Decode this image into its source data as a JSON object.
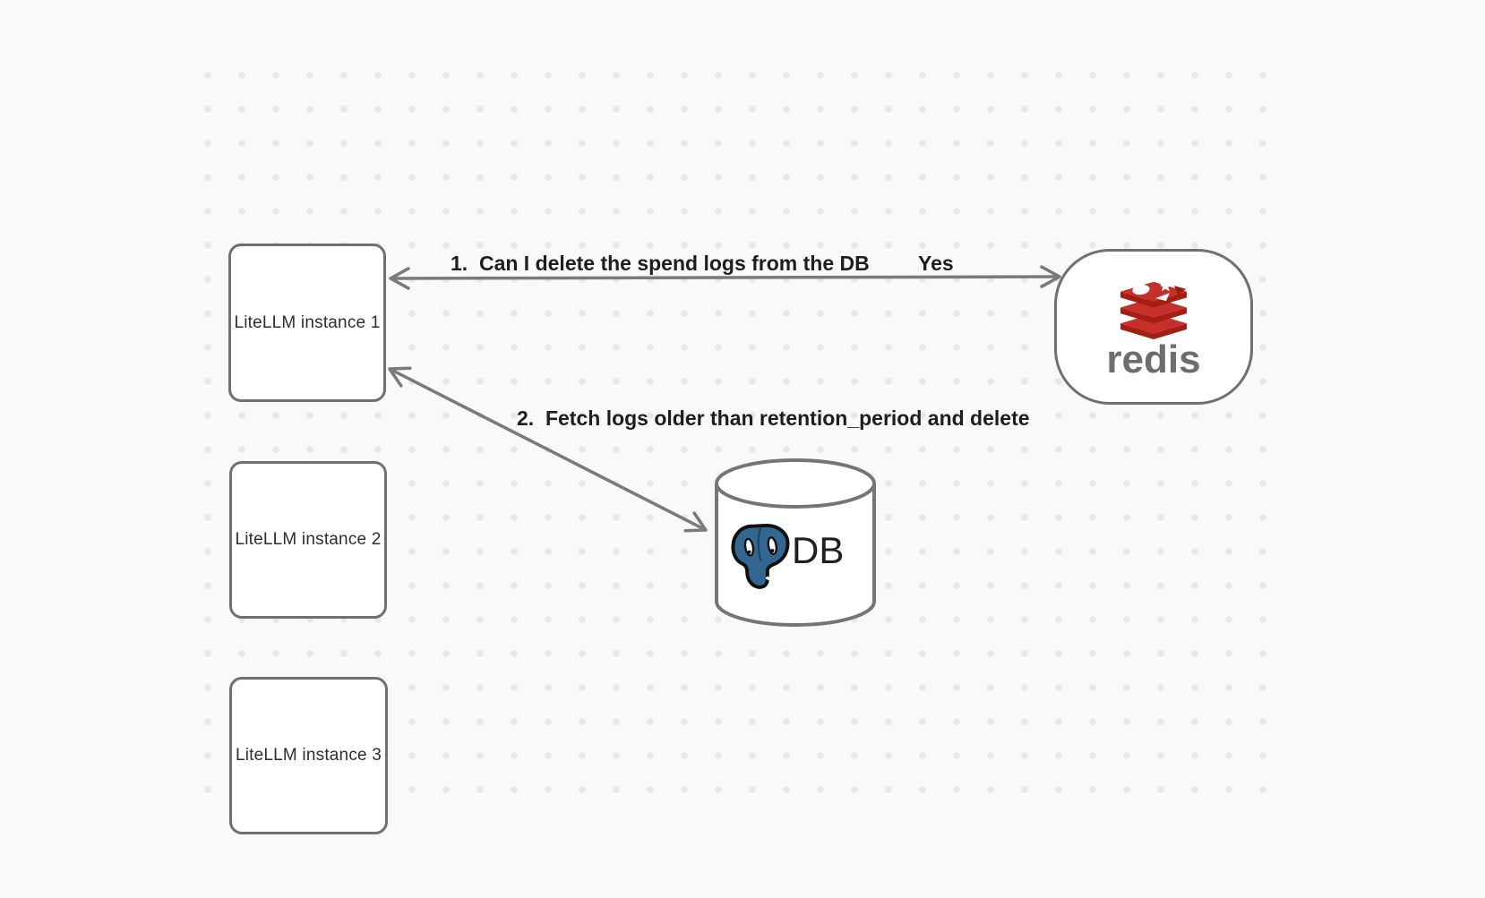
{
  "diagram": {
    "background_color": "#f9f9f9",
    "dot_color": "#e8e8e8",
    "shape_stroke_color": "#707070",
    "arrow_color": "#7a7a7a",
    "label_text_color": "#1e1e1e",
    "nodes": {
      "instances": [
        {
          "label": "LiteLLM instance 1"
        },
        {
          "label": "LiteLLM instance 2"
        },
        {
          "label": "LiteLLM instance 3"
        }
      ],
      "redis": {
        "label": "redis",
        "logo_icon": "redis-logo-icon",
        "logo_red": "#C6302B",
        "logo_dark_red": "#A41E11",
        "wordmark_color": "#6d6d6d"
      },
      "db": {
        "label": "DB",
        "logo_icon": "postgres-elephant-icon",
        "postgres_blue": "#336791"
      }
    },
    "annotations": {
      "step1_label": "1.  Can I delete the spend logs from the DB",
      "step1_response": "Yes",
      "step2_label": "2.  Fetch logs older than retention_period and delete"
    }
  }
}
